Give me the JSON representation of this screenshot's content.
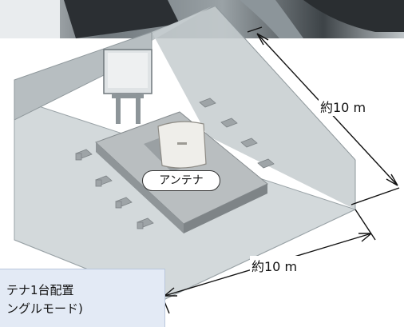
{
  "dimensions": {
    "depth_label": "約10 m",
    "width_label": "約10 m"
  },
  "device": {
    "label": "アンテナ"
  },
  "caption": {
    "line1": "テナ1台配置",
    "line2": "ングルモード)"
  },
  "colors": {
    "wall": "#b8c0c4",
    "floor": "#cfd6d8",
    "table": "#aeb3b5",
    "caption_bg": "#e3eaf5",
    "arrow": "#111111"
  }
}
